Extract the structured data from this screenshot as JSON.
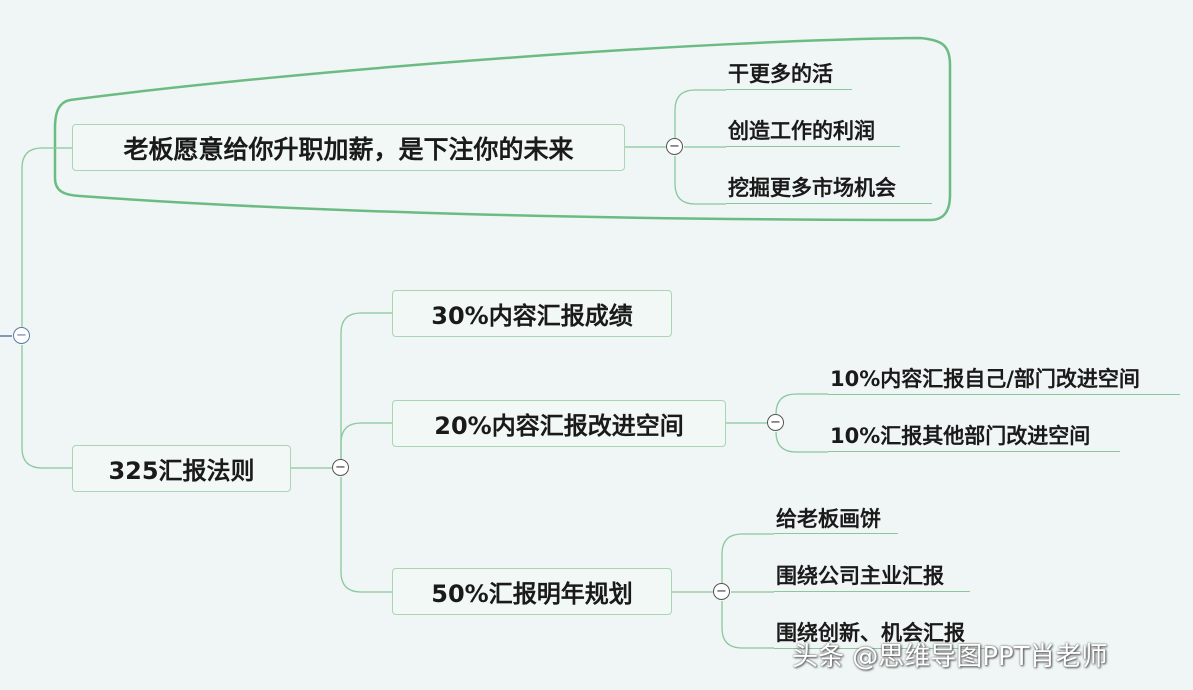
{
  "branch_a": {
    "topic": "老板愿意给你升职加薪，是下注你的未来",
    "children": [
      "干更多的活",
      "创造工作的利润",
      "挖掘更多市场机会"
    ]
  },
  "branch_b": {
    "topic": "325汇报法则",
    "sub1": {
      "label": "30%内容汇报成绩"
    },
    "sub2": {
      "label": "20%内容汇报改进空间",
      "children": [
        "10%内容汇报自己/部门改进空间",
        "10%汇报其他部门改进空间"
      ]
    },
    "sub3": {
      "label": "50%汇报明年规划",
      "children": [
        "给老板画饼",
        "围绕公司主业汇报",
        "围绕创新、机会汇报"
      ]
    }
  },
  "collapse_symbol": "−",
  "watermark": "头条 @思维导图PPT肖老师",
  "colors": {
    "line": "#8bc79d",
    "boundary": "#6cbb83",
    "background": "#eff6f5",
    "topic_fill": "#f2f8f6"
  }
}
